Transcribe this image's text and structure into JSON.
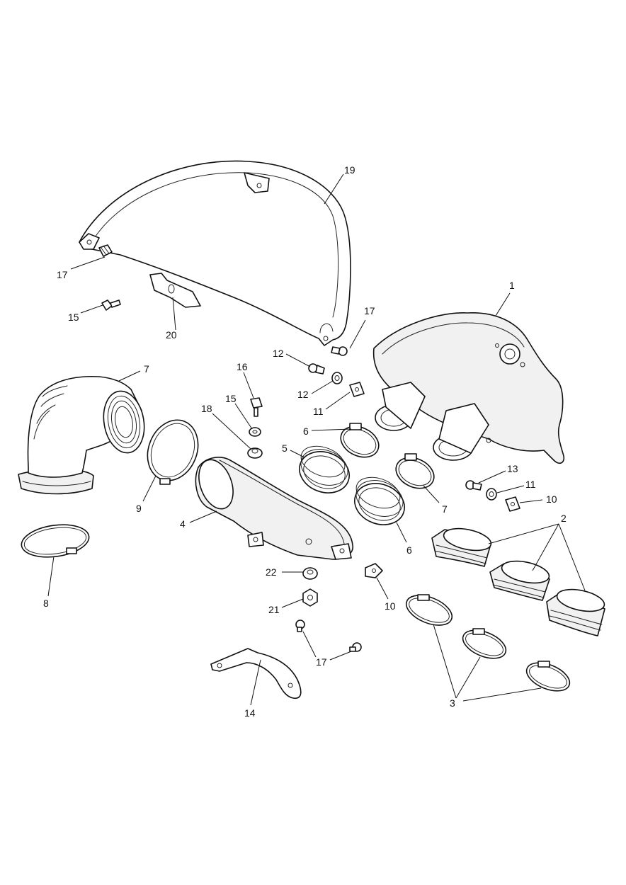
{
  "diagram": {
    "background": "#ffffff",
    "line_color": "#111111",
    "callouts": [
      {
        "id": "c1",
        "label": "1"
      },
      {
        "id": "c2",
        "label": "2"
      },
      {
        "id": "c3",
        "label": "3"
      },
      {
        "id": "c4",
        "label": "4"
      },
      {
        "id": "c5a",
        "label": "5"
      },
      {
        "id": "c5b",
        "label": "5"
      },
      {
        "id": "c6a",
        "label": "6"
      },
      {
        "id": "c6b",
        "label": "6"
      },
      {
        "id": "c7",
        "label": "7"
      },
      {
        "id": "c8",
        "label": "8"
      },
      {
        "id": "c9",
        "label": "9"
      },
      {
        "id": "c10",
        "label": "10"
      },
      {
        "id": "c11a",
        "label": "11"
      },
      {
        "id": "c11b",
        "label": "11"
      },
      {
        "id": "c12a",
        "label": "12"
      },
      {
        "id": "c12b",
        "label": "12"
      },
      {
        "id": "c13a",
        "label": "13"
      },
      {
        "id": "c13b",
        "label": "13"
      },
      {
        "id": "c14",
        "label": "14"
      },
      {
        "id": "c15",
        "label": "15"
      },
      {
        "id": "c16a",
        "label": "16"
      },
      {
        "id": "c16b",
        "label": "16"
      },
      {
        "id": "c17a",
        "label": "17"
      },
      {
        "id": "c17b",
        "label": "17"
      },
      {
        "id": "c17c",
        "label": "17"
      },
      {
        "id": "c18",
        "label": "18"
      },
      {
        "id": "c19",
        "label": "19"
      },
      {
        "id": "c20",
        "label": "20"
      },
      {
        "id": "c21",
        "label": "21"
      },
      {
        "id": "c22",
        "label": "22"
      }
    ]
  }
}
